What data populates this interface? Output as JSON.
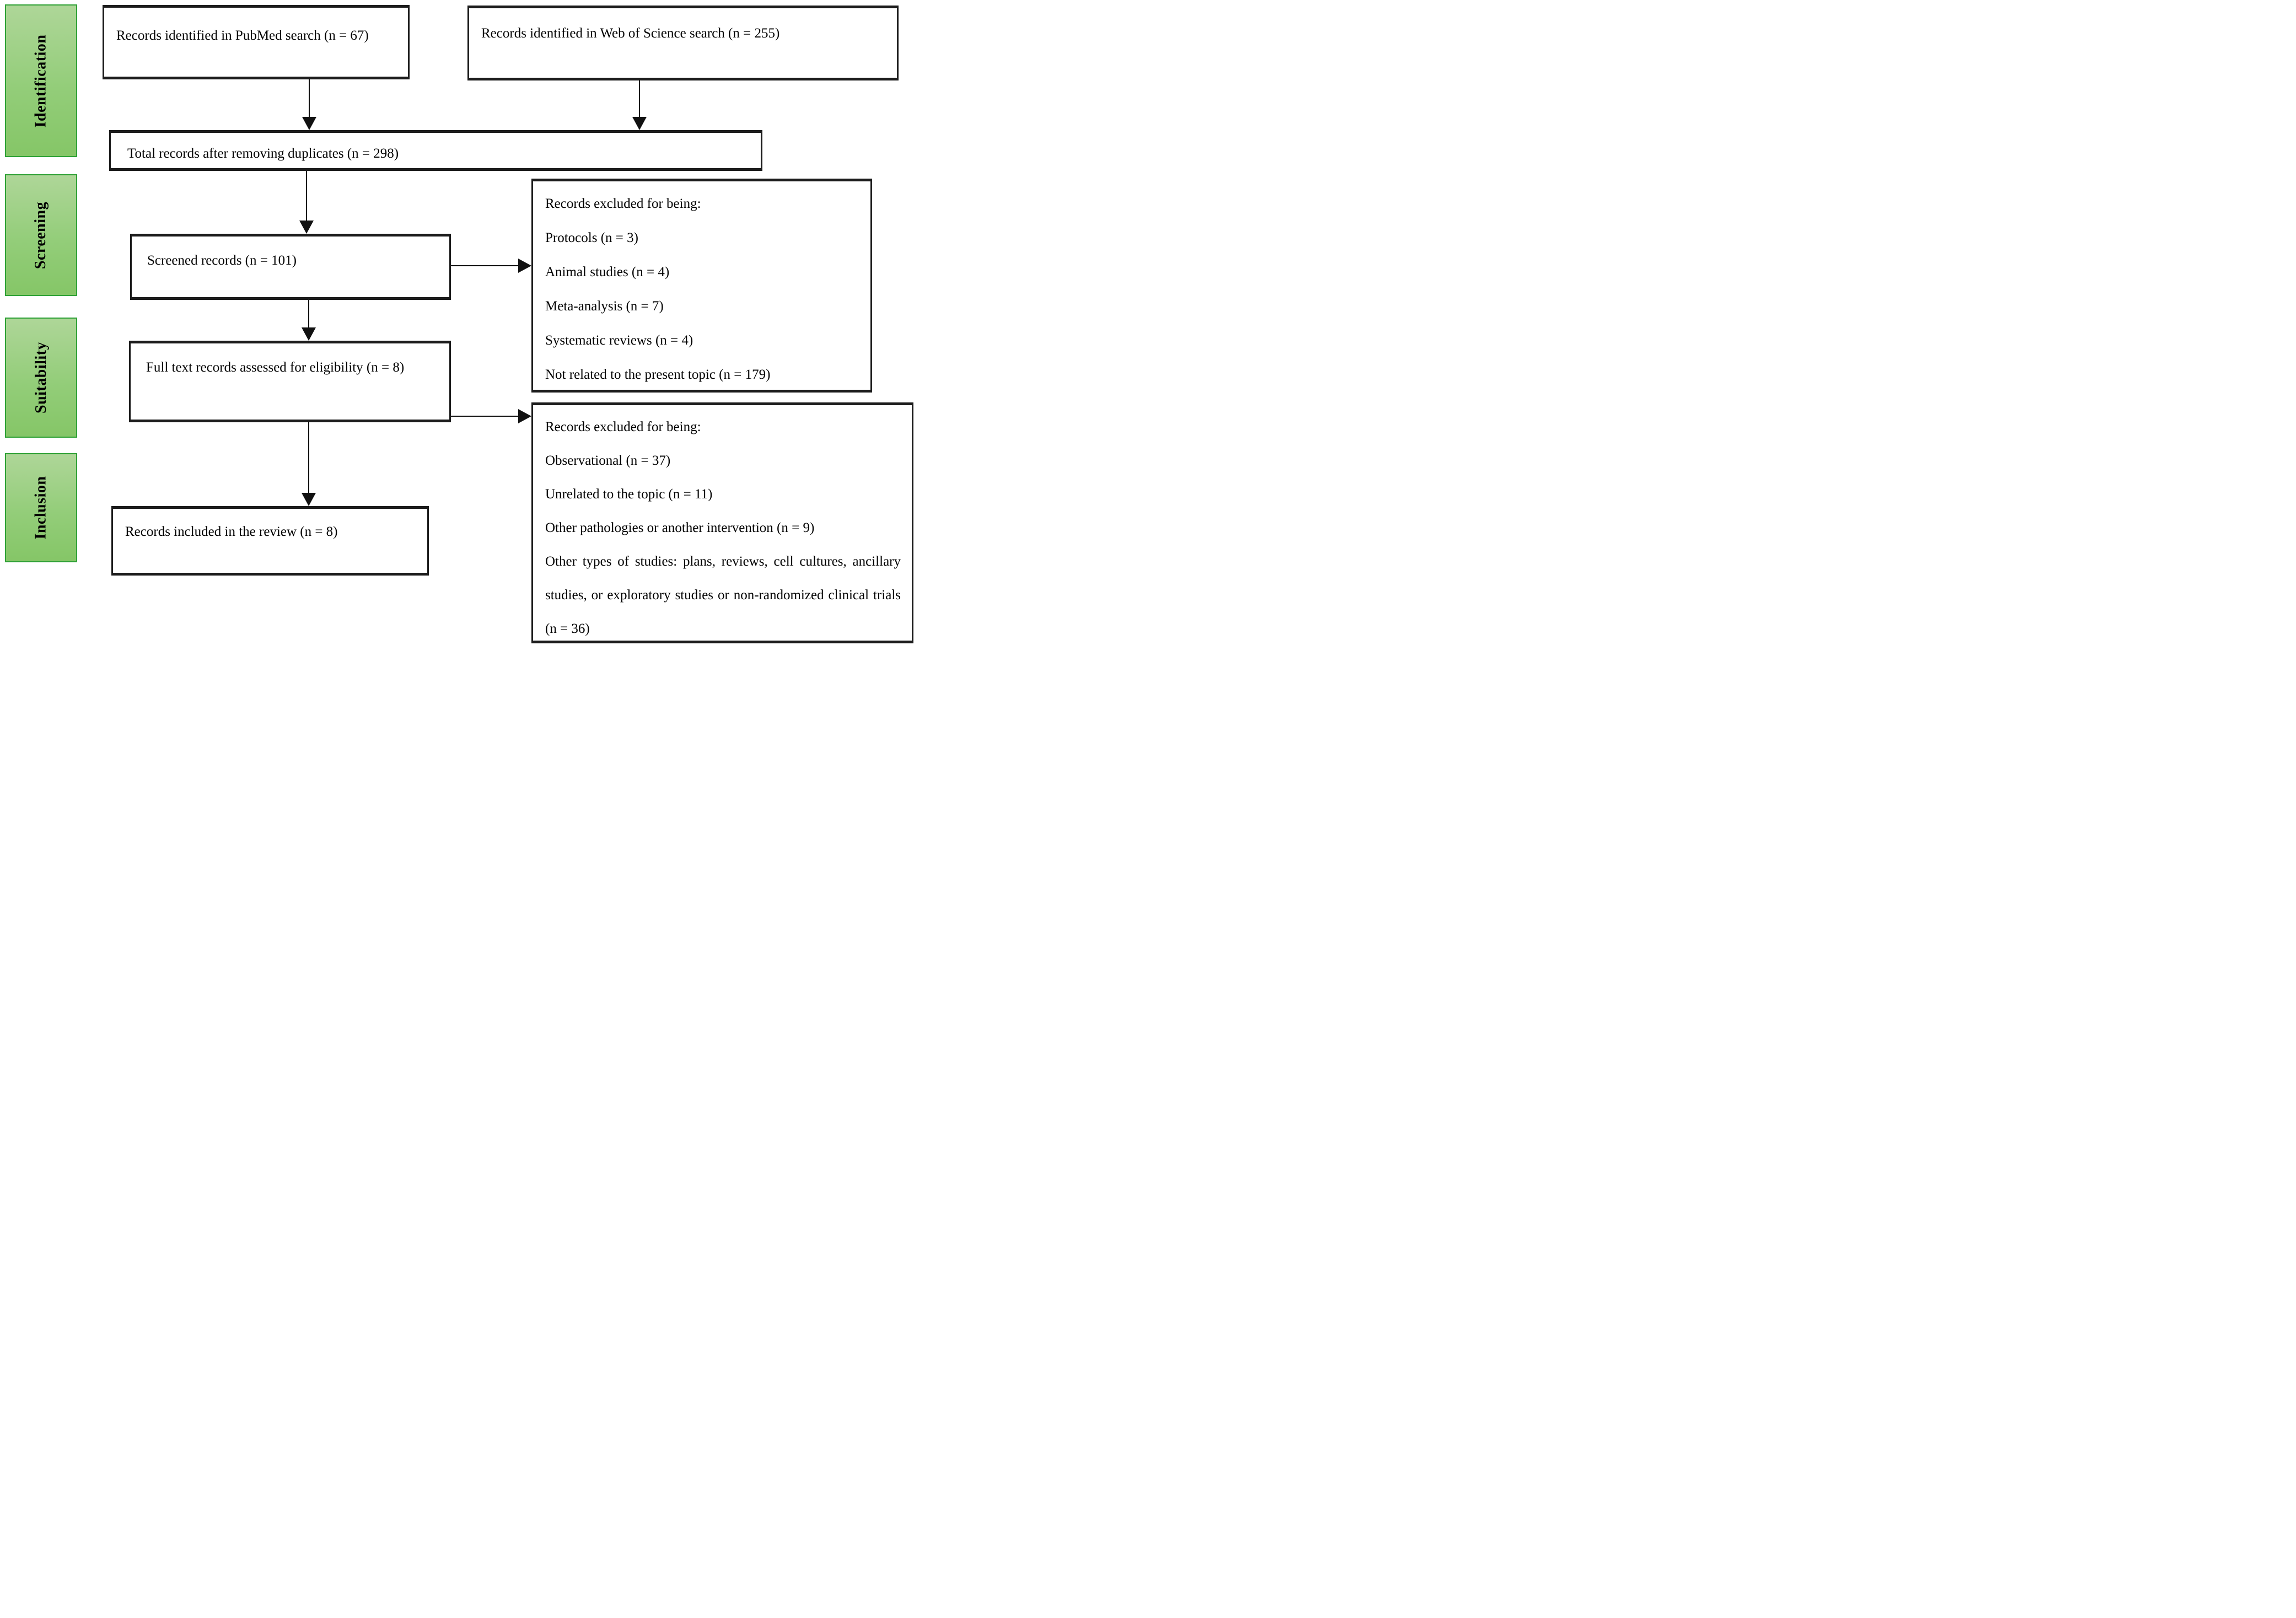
{
  "stages": [
    {
      "label": "Identification"
    },
    {
      "label": "Screening"
    },
    {
      "label": "Suitability"
    },
    {
      "label": "Inclusion"
    }
  ],
  "flow": {
    "pubmed": "Records identified in PubMed search (n = 67)",
    "web_of_science": "Records identified in Web of Science search (n = 255)",
    "total": "Total records after removing duplicates (n = 298)",
    "screened": "Screened records (n = 101)",
    "full_text": "Full text records assessed for eligibility (n = 8)",
    "included": "Records included in the review (n = 8)"
  },
  "exclusions_screening": {
    "title": "Records excluded for being:",
    "items": [
      "Protocols (n = 3)",
      "Animal studies (n = 4)",
      "Meta-analysis (n = 7)",
      "Systematic reviews (n = 4)",
      "Not related to the present topic (n = 179)"
    ]
  },
  "exclusions_suitability": {
    "title": "Records excluded for being:",
    "items": [
      "Observational (n = 37)",
      "Unrelated to the topic (n = 11)",
      "Other pathologies or another intervention (n = 9)",
      "Other types of studies: plans, reviews, cell cultures, ancillary studies, or exploratory studies or non-randomized clinical trials (n = 36)"
    ]
  },
  "colors": {
    "stage_fill_top": "#aed698",
    "stage_fill_bottom": "#85c667",
    "stage_border": "#2fa136",
    "box_border": "#1c1c1c",
    "arrow": "#111111",
    "background": "#ffffff",
    "text": "#000000"
  }
}
